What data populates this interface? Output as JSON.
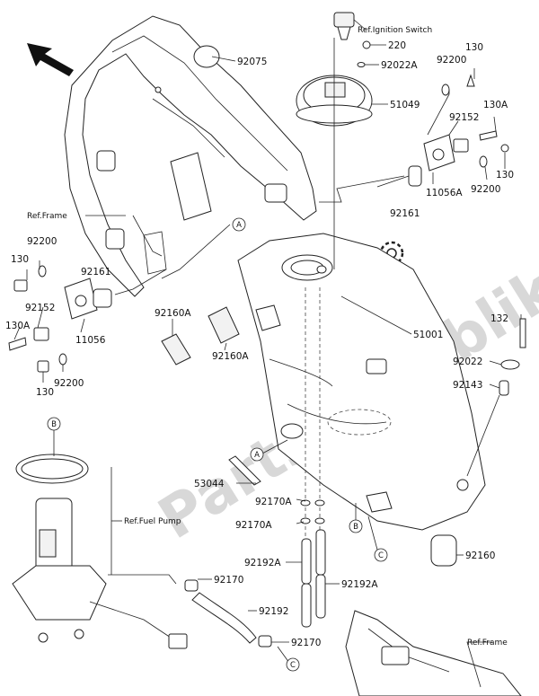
{
  "watermark": "PartsRepublik",
  "references": {
    "ignition_switch": "Ref.Ignition Switch",
    "frame_left": "Ref.Frame",
    "fuel_pump": "Ref.Fuel Pump",
    "frame_bottom": "Ref.Frame"
  },
  "callouts": {
    "a": "A",
    "b": "B",
    "c": "C"
  },
  "part_labels": {
    "p92075": "92075",
    "p220": "220",
    "p92022A": "92022A",
    "p51049": "51049",
    "p130_top": "130",
    "p92200_top": "92200",
    "p130A_top": "130A",
    "p92152_top": "92152",
    "p130_right": "130",
    "p11056A": "11056A",
    "p92200_right": "92200",
    "p92161_right": "92161",
    "p92200_left": "92200",
    "p130_left": "130",
    "p92161_left": "92161",
    "p92152_left": "92152",
    "p130A_left": "130A",
    "p11056": "11056",
    "p130_left_bottom": "130",
    "p92200_left_bottom": "92200",
    "p92160A_a": "92160A",
    "p92160A_b": "92160A",
    "p51001": "51001",
    "p132": "132",
    "p92022": "92022",
    "p92143": "92143",
    "p53044": "53044",
    "p92170A_a": "92170A",
    "p92170A_b": "92170A",
    "p92192A_a": "92192A",
    "p92192A_b": "92192A",
    "p92160": "92160",
    "p92170_a": "92170",
    "p92192": "92192",
    "p92170_b": "92170"
  },
  "icons": [
    "direction-arrow-icon",
    "gear-icon"
  ]
}
